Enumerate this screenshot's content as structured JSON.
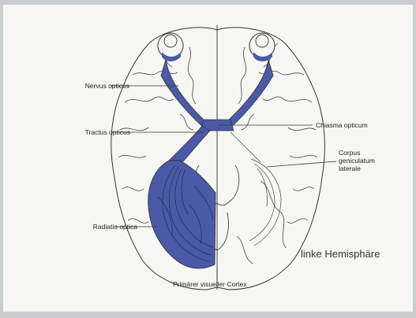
{
  "labels": {
    "nervus_opticus": "Nervus opticus",
    "tractus_opticus": "Tractus opticus",
    "chiasma_opticum": "Chiasma opticum",
    "corpus_geniculatum_laterale": "Corpus geniculatum laterale",
    "radiatio_optica": "Radiatio optica",
    "primaerer_visueller_cortex": "Primärer visueller Cortex",
    "hemisphere_caption": "linke Hemisphäre"
  },
  "colors": {
    "highlight": "#4b5aa6",
    "outline": "#333333",
    "paper": "#f6f6f4",
    "background": "#c9cdd0"
  }
}
